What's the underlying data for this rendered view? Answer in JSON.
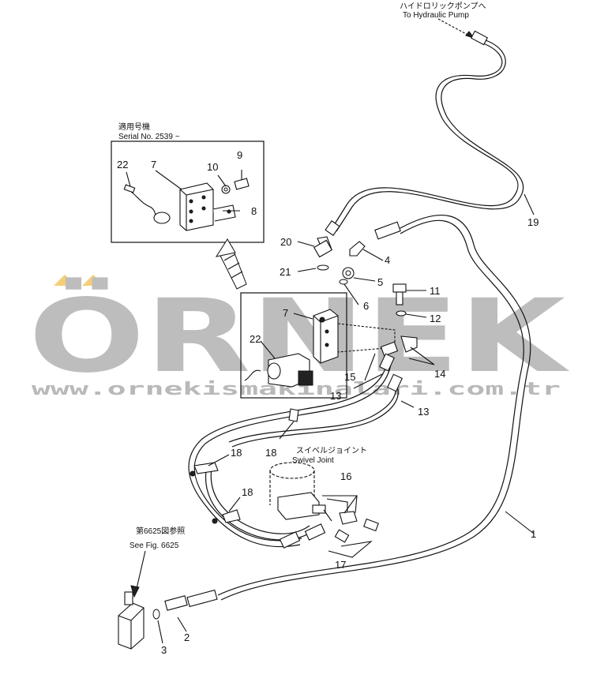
{
  "watermark": {
    "brand": "ÖRNEK",
    "url": "www.ornekismakinalari.com.tr",
    "accent_color": "#f3cf76",
    "text_color": "#bdbdbd"
  },
  "annotations": {
    "pump_jp": "ハイドロリックポンプへ",
    "pump_en": "To Hydraulic Pump",
    "serial_jp": "適用号機",
    "serial_en": "Serial No. 2539 ~",
    "swivel_jp": "スイベルジョイント",
    "swivel_en": "Swivel  Joint",
    "fig_jp": "第6625図参照",
    "fig_en": "See Fig. 6625"
  },
  "callouts": {
    "c1": "1",
    "c2": "2",
    "c3": "3",
    "c4": "4",
    "c5": "5",
    "c6": "6",
    "c7_inset": "7",
    "c7_main": "7",
    "c8": "8",
    "c9": "9",
    "c10": "10",
    "c11": "11",
    "c12": "12",
    "c13a": "13",
    "c13b": "13",
    "c14": "14",
    "c15": "15",
    "c16": "16",
    "c17": "17",
    "c18a": "18",
    "c18b": "18",
    "c18c": "18",
    "c19": "19",
    "c20": "20",
    "c21": "21",
    "c22_inset": "22",
    "c22_main": "22"
  }
}
